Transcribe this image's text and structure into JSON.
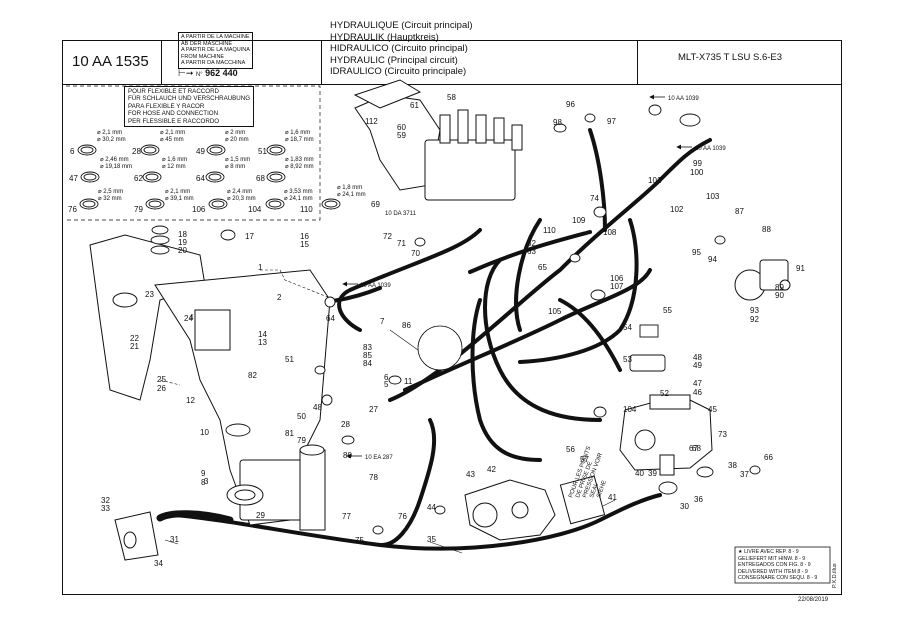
{
  "header": {
    "reference": "10 AA 1535",
    "from_machine": [
      "A PARTIR DE LA MACHINE",
      "AB DER MASCHINE",
      "A PARTIR DE LA MAQUINA",
      "FROM MACHINE",
      "A PARTIR DA MACCHINA"
    ],
    "serial_prefix": "N°",
    "serial": "962 440",
    "titles": [
      "HYDRAULIQUE (Circuit principal)",
      "HYDRAULIK (Hauptkreis)",
      "HIDRAULICO (Circuito principal)",
      "HYDRAULIC (Principal circuit)",
      "IDRAULICO (Circuito principale)"
    ],
    "model": "MLT-X735 T LSU S.6-E3"
  },
  "hose_caption": [
    "POUR FLEXIBLE ET RACCORD",
    "FÜR SCHLAUCH UND VERSCHRAUBUNG",
    "PARA FLEXIBLE Y RACOR",
    "FOR HOSE AND CONNECTION",
    "PER FLESSIBLE E RACCORDO"
  ],
  "seals": [
    {
      "num": "6",
      "d1": "⌀ 2,1 mm",
      "d2": "⌀ 30,2 mm"
    },
    {
      "num": "28",
      "d1": "⌀ 2,1 mm",
      "d2": "⌀ 45 mm"
    },
    {
      "num": "49",
      "d1": "⌀ 2 mm",
      "d2": "⌀ 20 mm"
    },
    {
      "num": "51",
      "d1": "⌀ 1,6 mm",
      "d2": "⌀ 18,7 mm"
    },
    {
      "num": "47",
      "d1": "⌀ 2,46 mm",
      "d2": "⌀ 19,18 mm"
    },
    {
      "num": "62",
      "d1": "⌀ 1,6 mm",
      "d2": "⌀ 12 mm"
    },
    {
      "num": "64",
      "d1": "⌀ 1,5 mm",
      "d2": "⌀ 8 mm"
    },
    {
      "num": "68",
      "d1": "⌀ 1,83 mm",
      "d2": "⌀ 8,92 mm"
    },
    {
      "num": "76",
      "d1": "⌀ 2,5 mm",
      "d2": "⌀ 32 mm"
    },
    {
      "num": "79",
      "d1": "⌀ 2,1 mm",
      "d2": "⌀ 39,1 mm"
    },
    {
      "num": "106",
      "d1": "⌀ 2,4 mm",
      "d2": "⌀ 20,3 mm"
    },
    {
      "num": "104",
      "d1": "⌀ 3,53 mm",
      "d2": "⌀ 24,1 mm"
    },
    {
      "num": "110",
      "d1": "⌀ 1,8 mm",
      "d2": "⌀ 24,1 mm"
    }
  ],
  "callouts": {
    "c1": "1",
    "c2": "2",
    "c3": "3",
    "c4": "4",
    "c5": "5",
    "c6": "6",
    "c7": "7",
    "c8": "8",
    "c9": "9",
    "c10": "10",
    "c11": "11",
    "c12": "12",
    "c13": "13",
    "c14": "14",
    "c15": "15",
    "c16": "16",
    "c17": "17",
    "c18": "18",
    "c19": "19",
    "c20": "20",
    "c21": "21",
    "c22": "22",
    "c23": "23",
    "c24": "24",
    "c25": "25",
    "c26": "26",
    "c27": "27",
    "c28": "28",
    "c29": "29",
    "c30": "30",
    "c31": "31",
    "c32": "32",
    "c33": "33",
    "c34": "34",
    "c35": "35",
    "c36": "36",
    "c37": "37",
    "c38": "38",
    "c39": "39",
    "c40": "40",
    "c41": "41",
    "c42": "42",
    "c43": "43",
    "c44": "44",
    "c45": "45",
    "c46": "46",
    "c47": "47",
    "c48": "48",
    "c49": "49",
    "c50": "50",
    "c51": "51",
    "c52": "52",
    "c53": "53",
    "c54": "54",
    "c55": "55",
    "c56": "56",
    "c57": "57",
    "c58": "58",
    "c59": "59",
    "c60": "60",
    "c61": "61",
    "c62": "62",
    "c63": "63",
    "c64": "64",
    "c65": "65",
    "c66": "66",
    "c67": "67",
    "c68": "68",
    "c69": "69",
    "c70": "70",
    "c71": "71",
    "c72": "72",
    "c73": "73",
    "c74": "74",
    "c75": "75",
    "c76": "76",
    "c77": "77",
    "c78": "78",
    "c79": "79",
    "c80": "80",
    "c81": "81",
    "c82": "82",
    "c83": "83",
    "c84": "84",
    "c85": "85",
    "c86": "86",
    "c87": "87",
    "c88": "88",
    "c89": "89",
    "c90": "90",
    "c91": "91",
    "c92": "92",
    "c93": "93",
    "c94": "94",
    "c95": "95",
    "c96": "96",
    "c97": "97",
    "c98": "98",
    "c99": "99",
    "c100": "100",
    "c101": "101",
    "c102": "102",
    "c103": "103",
    "c104": "104",
    "c105": "105",
    "c106": "106",
    "c107": "107",
    "c108": "108",
    "c109": "109",
    "c110": "110",
    "c112": "112"
  },
  "references": {
    "r1039": "10 AA 1039",
    "r3711": "10 DA 3711",
    "r287": "10 EA 287"
  },
  "plate_text": [
    "POUR LES POINTS",
    "DE PRISE DE",
    "PRESSION VOIR",
    "SEAL",
    "SIEHE"
  ],
  "legend": [
    "LIVRE AVEC REP. 8 - 9",
    "GELIEFERT MIT HINW. 8 - 9",
    "ENTREGADOS CON FIG. 8 - 9",
    "DELIVERED WITH ITEM 8 - 9",
    "CONSEGNARE CON SEQU. 8 - 9"
  ],
  "legend_star": "★",
  "date": "22/08/2019",
  "vertical_code": "P.X.D.illus"
}
